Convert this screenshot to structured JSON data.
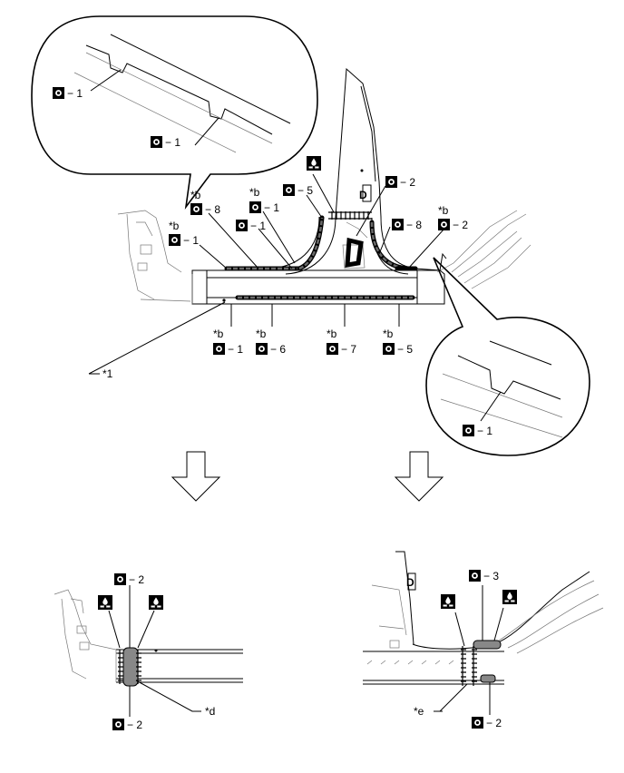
{
  "callouts": {
    "c_zoom1_a": "− 1",
    "c_zoom1_b": "− 1",
    "c_top_8": "− 8",
    "c_top_1a": "− 1",
    "c_top_1b": "− 1",
    "c_top_5": "− 5",
    "c_top_2": "− 2",
    "c_top_8b": "− 8",
    "c_top_2b": "− 2",
    "c_bot_1": "− 1",
    "c_bot_6": "− 6",
    "c_bot_7": "− 7",
    "c_bot_5": "− 5",
    "c_zoom2_1": "− 1",
    "c_ll_2a": "− 2",
    "c_ll_2b": "− 2",
    "c_lr_3": "− 3",
    "c_lr_2": "− 2"
  },
  "marks": {
    "star_b": "*b",
    "star_1": "*1",
    "star_d": "*d",
    "star_e": "*e",
    "pillar_letter": "D"
  },
  "icons": {
    "spot_weld": "spot-weld-symbol-icon",
    "sealer": "sealer-application-icon",
    "arrow": "down-arrow-icon"
  }
}
